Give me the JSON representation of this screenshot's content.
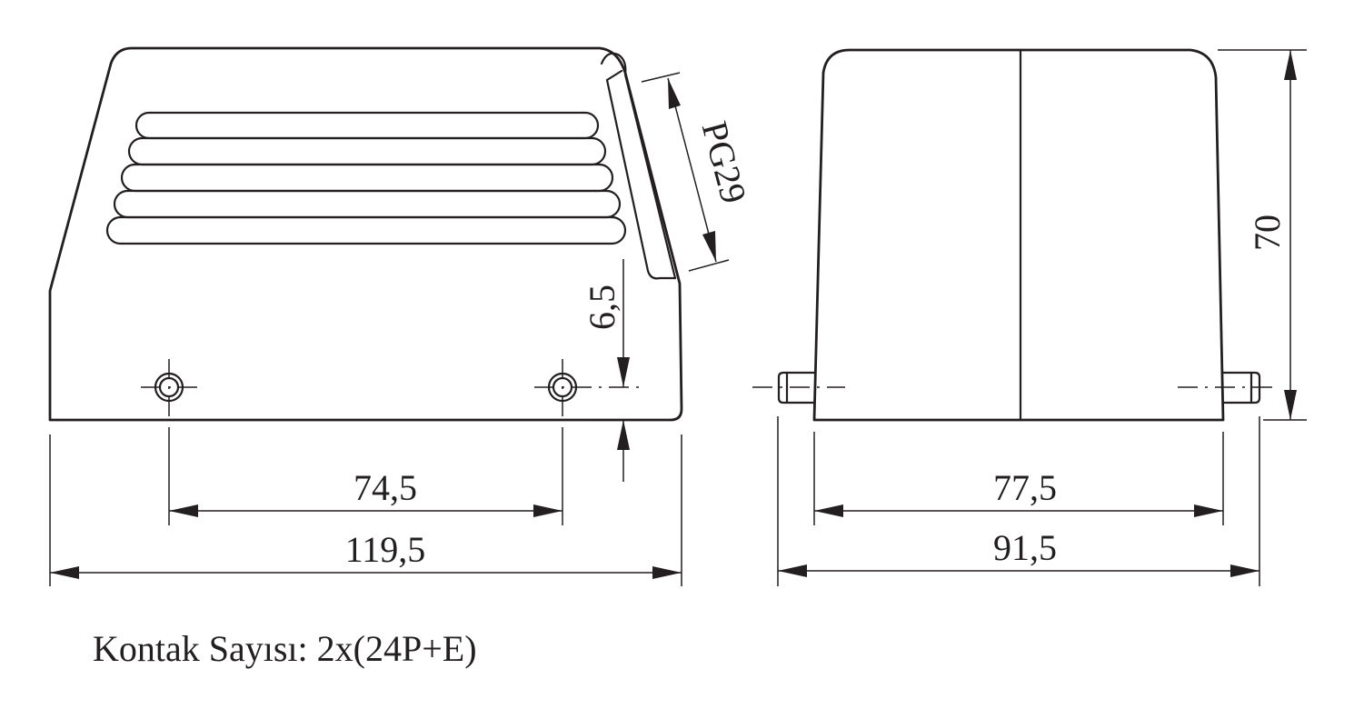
{
  "dimensions": {
    "side_hole_spacing": "74,5",
    "side_length": "119,5",
    "cable_entry": "PG29",
    "pin_height": "6,5",
    "front_height": "70",
    "front_pin_spacing": "77,5",
    "front_width": "91,5"
  },
  "caption": "Kontak Sayısı: 2x(24P+E)"
}
